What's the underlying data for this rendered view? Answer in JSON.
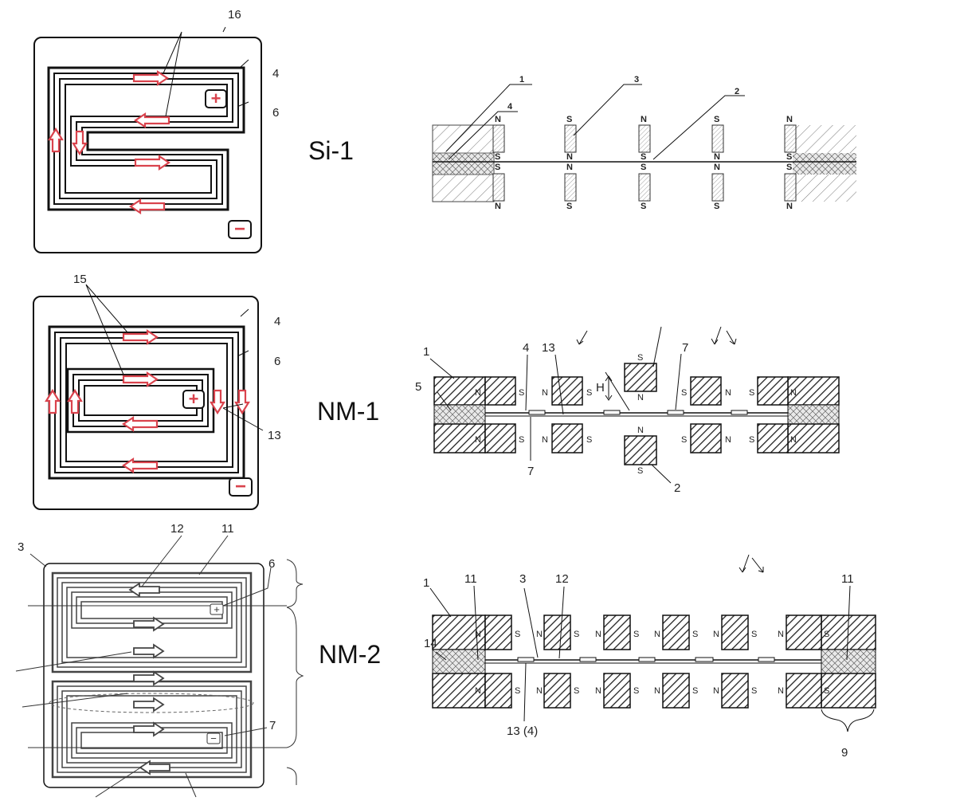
{
  "row_labels": {
    "si1": "Si-1",
    "nm1": "NM-1",
    "nm2": "NM-2"
  },
  "si1_plan": {
    "ref_16": "16",
    "ref_4": "4",
    "ref_6": "6",
    "plus": "+",
    "minus": "−"
  },
  "si1_section": {
    "ref_1": "1",
    "ref_4": "4",
    "ref_3": "3",
    "ref_2": "2",
    "pole_n": "N",
    "pole_s": "S"
  },
  "nm1_plan": {
    "ref_15": "15",
    "ref_4": "4",
    "ref_6": "6",
    "ref_13": "13",
    "plus": "+",
    "minus": "−"
  },
  "nm1_section": {
    "ref_1": "1",
    "ref_4": "4",
    "ref_13": "13",
    "ref_7_top": "7",
    "ref_5": "5",
    "ref_h": "H",
    "ref_7_bottom": "7",
    "ref_2": "2",
    "pole_n": "N",
    "pole_s": "S"
  },
  "nm2_plan": {
    "ref_12": "12",
    "ref_11": "11",
    "ref_3": "3",
    "ref_6": "6",
    "ref_7": "7",
    "plus": "+",
    "minus": "−"
  },
  "nm2_section": {
    "ref_1": "1",
    "ref_11_left": "11",
    "ref_3": "3",
    "ref_12": "12",
    "ref_11_right": "11",
    "ref_14": "14",
    "ref_13_4": "13 (4)",
    "ref_9": "9",
    "pole_n": "N",
    "pole_s": "S"
  },
  "colors": {
    "arrow_red": "#d9434d",
    "ink": "#111111",
    "hatch": "#333333",
    "fill_gray": "#bdbdbd"
  }
}
